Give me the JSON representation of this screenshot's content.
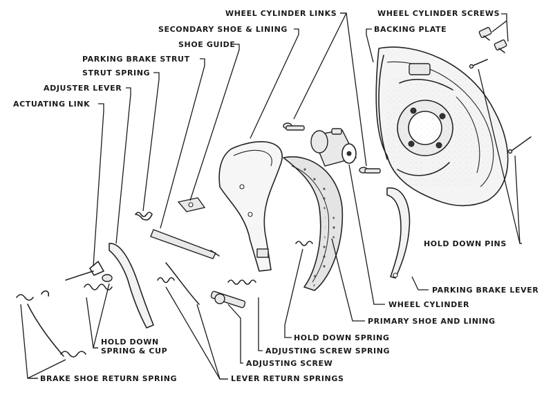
{
  "labels": {
    "wheel_cylinder_links": "WHEEL CYLINDER LINKS",
    "wheel_cylinder_screws": "WHEEL CYLINDER SCREWS",
    "secondary_shoe_lining": "SECONDARY SHOE & LINING",
    "backing_plate": "BACKING PLATE",
    "shoe_guide": "SHOE GUIDE",
    "parking_brake_strut": "PARKING BRAKE STRUT",
    "strut_spring": "STRUT SPRING",
    "adjuster_lever": "ADJUSTER LEVER",
    "actuating_link": "ACTUATING LINK",
    "hold_down_pins": "HOLD DOWN PINS",
    "parking_brake_lever": "PARKING BRAKE LEVER",
    "wheel_cylinder": "WHEEL CYLINDER",
    "primary_shoe_lining": "PRIMARY SHOE AND LINING",
    "hold_down_spring": "HOLD DOWN SPRING",
    "hold_down_spring_cup": "HOLD DOWN\nSPRING & CUP",
    "adjusting_screw_spring": "ADJUSTING SCREW SPRING",
    "adjusting_screw": "ADJUSTING SCREW",
    "brake_shoe_return_spring": "BRAKE SHOE RETURN SPRING",
    "lever_return_springs": "LEVER RETURN SPRINGS"
  }
}
